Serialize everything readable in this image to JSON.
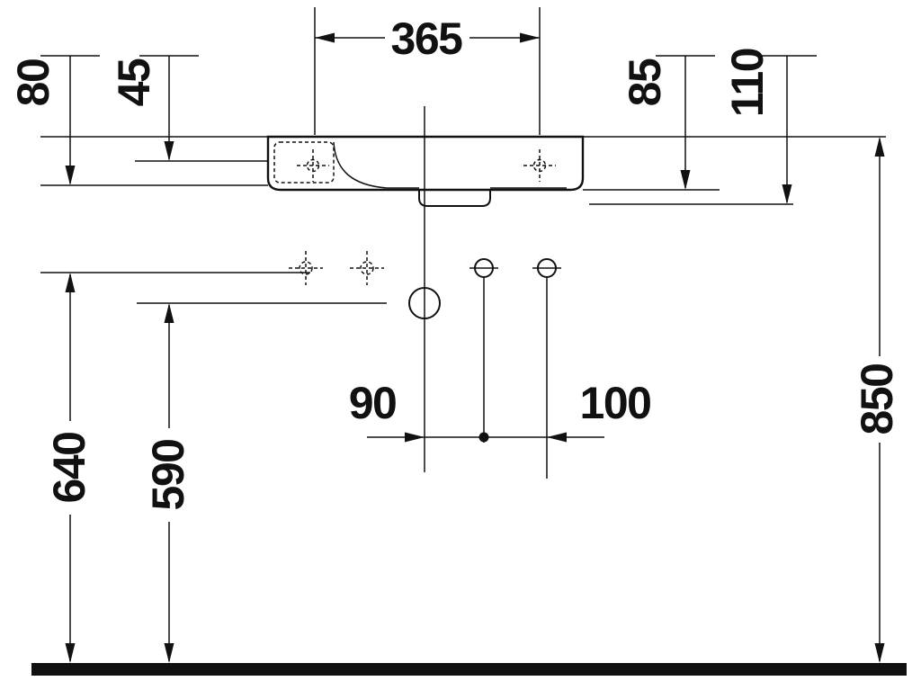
{
  "drawing": {
    "type": "technical-dimension-drawing",
    "subject": "wall-mounted washbasin front elevation with installation dimensions",
    "unit_system": "mm",
    "colors": {
      "line": "#111111",
      "background": "#ffffff",
      "floor_bar": "#111111"
    },
    "dimensions": {
      "tap_hole_spacing": "365",
      "rim_to_deck_underside": "80",
      "rim_to_tap_hole": "45",
      "rim_to_basin_bottom": "85",
      "rim_to_lower_edge": "110",
      "floor_to_supply_line": "640",
      "floor_to_drain_center": "590",
      "floor_to_rim": "850",
      "center_to_supply": "90",
      "supply_spacing": "100"
    }
  }
}
